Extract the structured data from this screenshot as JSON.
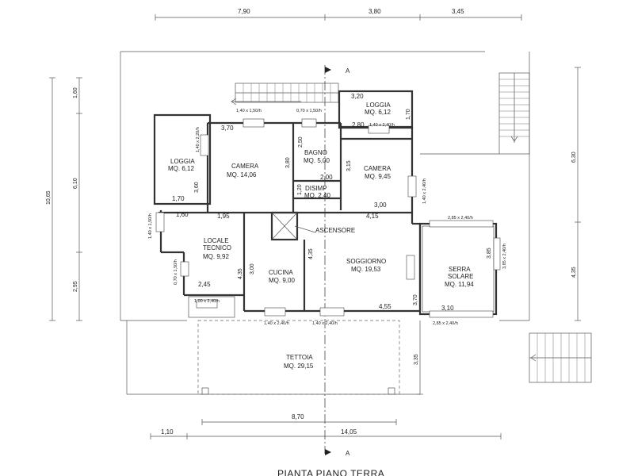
{
  "title": "PIANTA PIANO TERRA",
  "section_marker": "A",
  "dimensions": {
    "top": [
      "7,90",
      "3,80",
      "3,45"
    ],
    "bottom_inner": "8,70",
    "bottom_outer": [
      "1,10",
      "14,05"
    ],
    "left_outer": "10,65",
    "left": [
      "1,60",
      "6,10",
      "2,95"
    ],
    "right": [
      "6,30",
      "4,35"
    ],
    "right_mid": "3,35"
  },
  "rooms": {
    "loggia_left": {
      "name": "LOGGIA",
      "area": "MQ. 6,12"
    },
    "camera_1": {
      "name": "CAMERA",
      "area": "MQ. 14,06"
    },
    "bagno": {
      "name": "BAGNO",
      "area": "MQ. 5,00"
    },
    "camera_2": {
      "name": "CAMERA",
      "area": "MQ. 9,45"
    },
    "loggia_top": {
      "name": "LOGGIA",
      "area": "MQ. 6,12"
    },
    "disimp": {
      "name": "DISIMP",
      "area": "MQ. 2,40"
    },
    "ascensore": {
      "name": "ASCENSORE"
    },
    "locale_tecnico": {
      "name1": "LOCALE",
      "name2": "TECNICO",
      "area": "MQ. 9,92"
    },
    "cucina": {
      "name": "CUCINA",
      "area": "MQ. 9,00"
    },
    "soggiorno": {
      "name": "SOGGIORNO",
      "area": "MQ. 19,53"
    },
    "serra_solare": {
      "name1": "SERRA",
      "name2": "SOLARE",
      "area": "MQ. 11,94"
    },
    "tettoia": {
      "name": "TETTOIA",
      "area": "MQ. 29,15"
    }
  },
  "inner_dims": {
    "d_3_70": "3,70",
    "d_3_80": "3,80",
    "d_2_50": "2,50",
    "d_3_15": "3,15",
    "d_2_00": "2,00",
    "d_1_20": "1,20",
    "d_3_60": "3,60",
    "d_1_70a": "1,70",
    "d_3_20": "3,20",
    "d_2_80": "2,80",
    "d_1_70b": "1,70",
    "d_3_00a": "3,00",
    "d_4_15": "4,15",
    "d_1_60": "1,60",
    "d_1_95": "1,95",
    "d_4_35a": "4,35",
    "d_2_45": "2,45",
    "d_3_00b": "3,00",
    "d_4_35b": "4,35",
    "d_4_55": "4,55",
    "d_3_70b": "3,70",
    "d_3_85": "3,85",
    "d_3_10": "3,10"
  },
  "openings": {
    "w1": "1,40 x 1,50/h",
    "w2": "0,70 x 1,50/h",
    "w3": "1,40 x 2,40/h",
    "w4": "1,40 x 2,20/h",
    "w5": "1,40 x 2,40/h",
    "w6": "1,40 x 1,50/h",
    "w7": "0,70 x 1,50/h",
    "w8": "1,00 x 2,40/h",
    "w9": "1,40 x 2,40/h",
    "w10": "1,40 x 2,40/h",
    "w11": "2,85 x 2,40/h",
    "w12": "2,85 x 2,40/h",
    "w13": "3,85 x 2,40/h"
  }
}
